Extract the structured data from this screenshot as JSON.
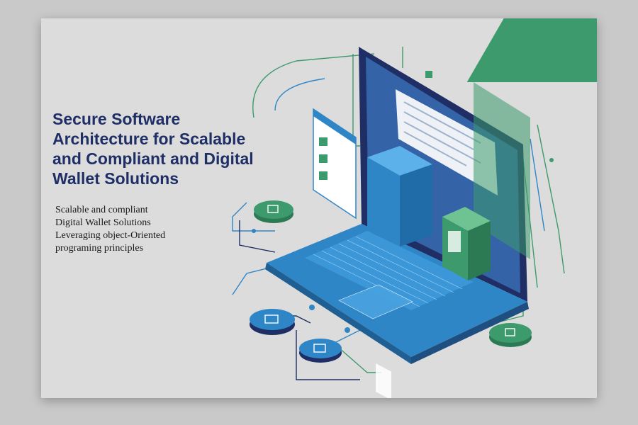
{
  "title": {
    "line1": "Secure Software",
    "line2": "Architecture for Scalable",
    "line3": "and Compliant and Digital",
    "line4": "Wallet Solutions"
  },
  "subtitle": {
    "line1": "Scalable and compliant",
    "line2": "Digital Wallet Solutions",
    "line3": "Leveraging object-Oriented",
    "line4": "programing principles"
  },
  "colors": {
    "navy": "#1f2f66",
    "blue": "#2f86c6",
    "green": "#3d9a6c",
    "background": "#dcdcdc"
  }
}
